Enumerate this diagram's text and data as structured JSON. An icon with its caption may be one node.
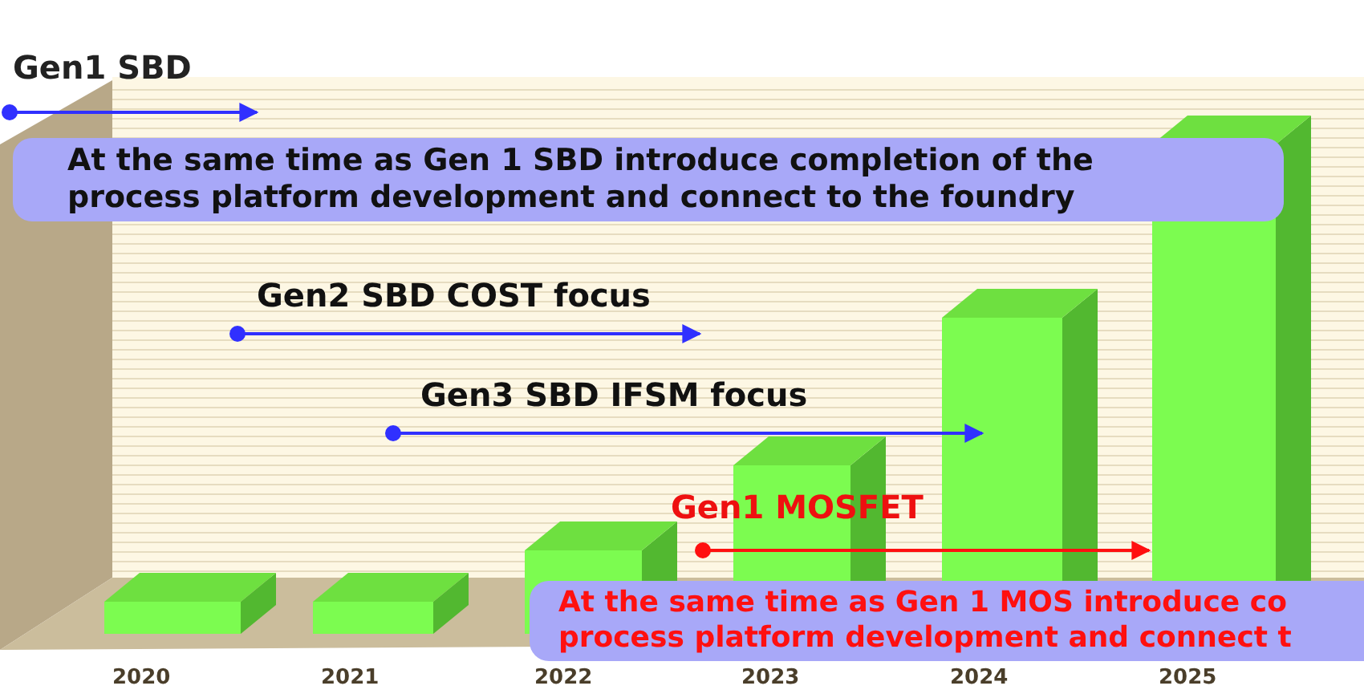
{
  "diagram": {
    "nodes": [
      {
        "text": [
          "At the same time as Gen 1 SBD introduce completion of the process platform development and connect to the foundry"
        ]
      },
      {
        "text": [
          "At the same time as Gen 1 MOS introduce co process platform development and connect t"
        ]
      }
    ],
    "labels": [
      "Gen1 SBD",
      "Gen2 SBD COST focus",
      "Gen3 SBD IFSM focus",
      "Gen1 MOSFET",
      "2020",
      "2021",
      "2022",
      "2023",
      "2024",
      "2025"
    ]
  }
}
